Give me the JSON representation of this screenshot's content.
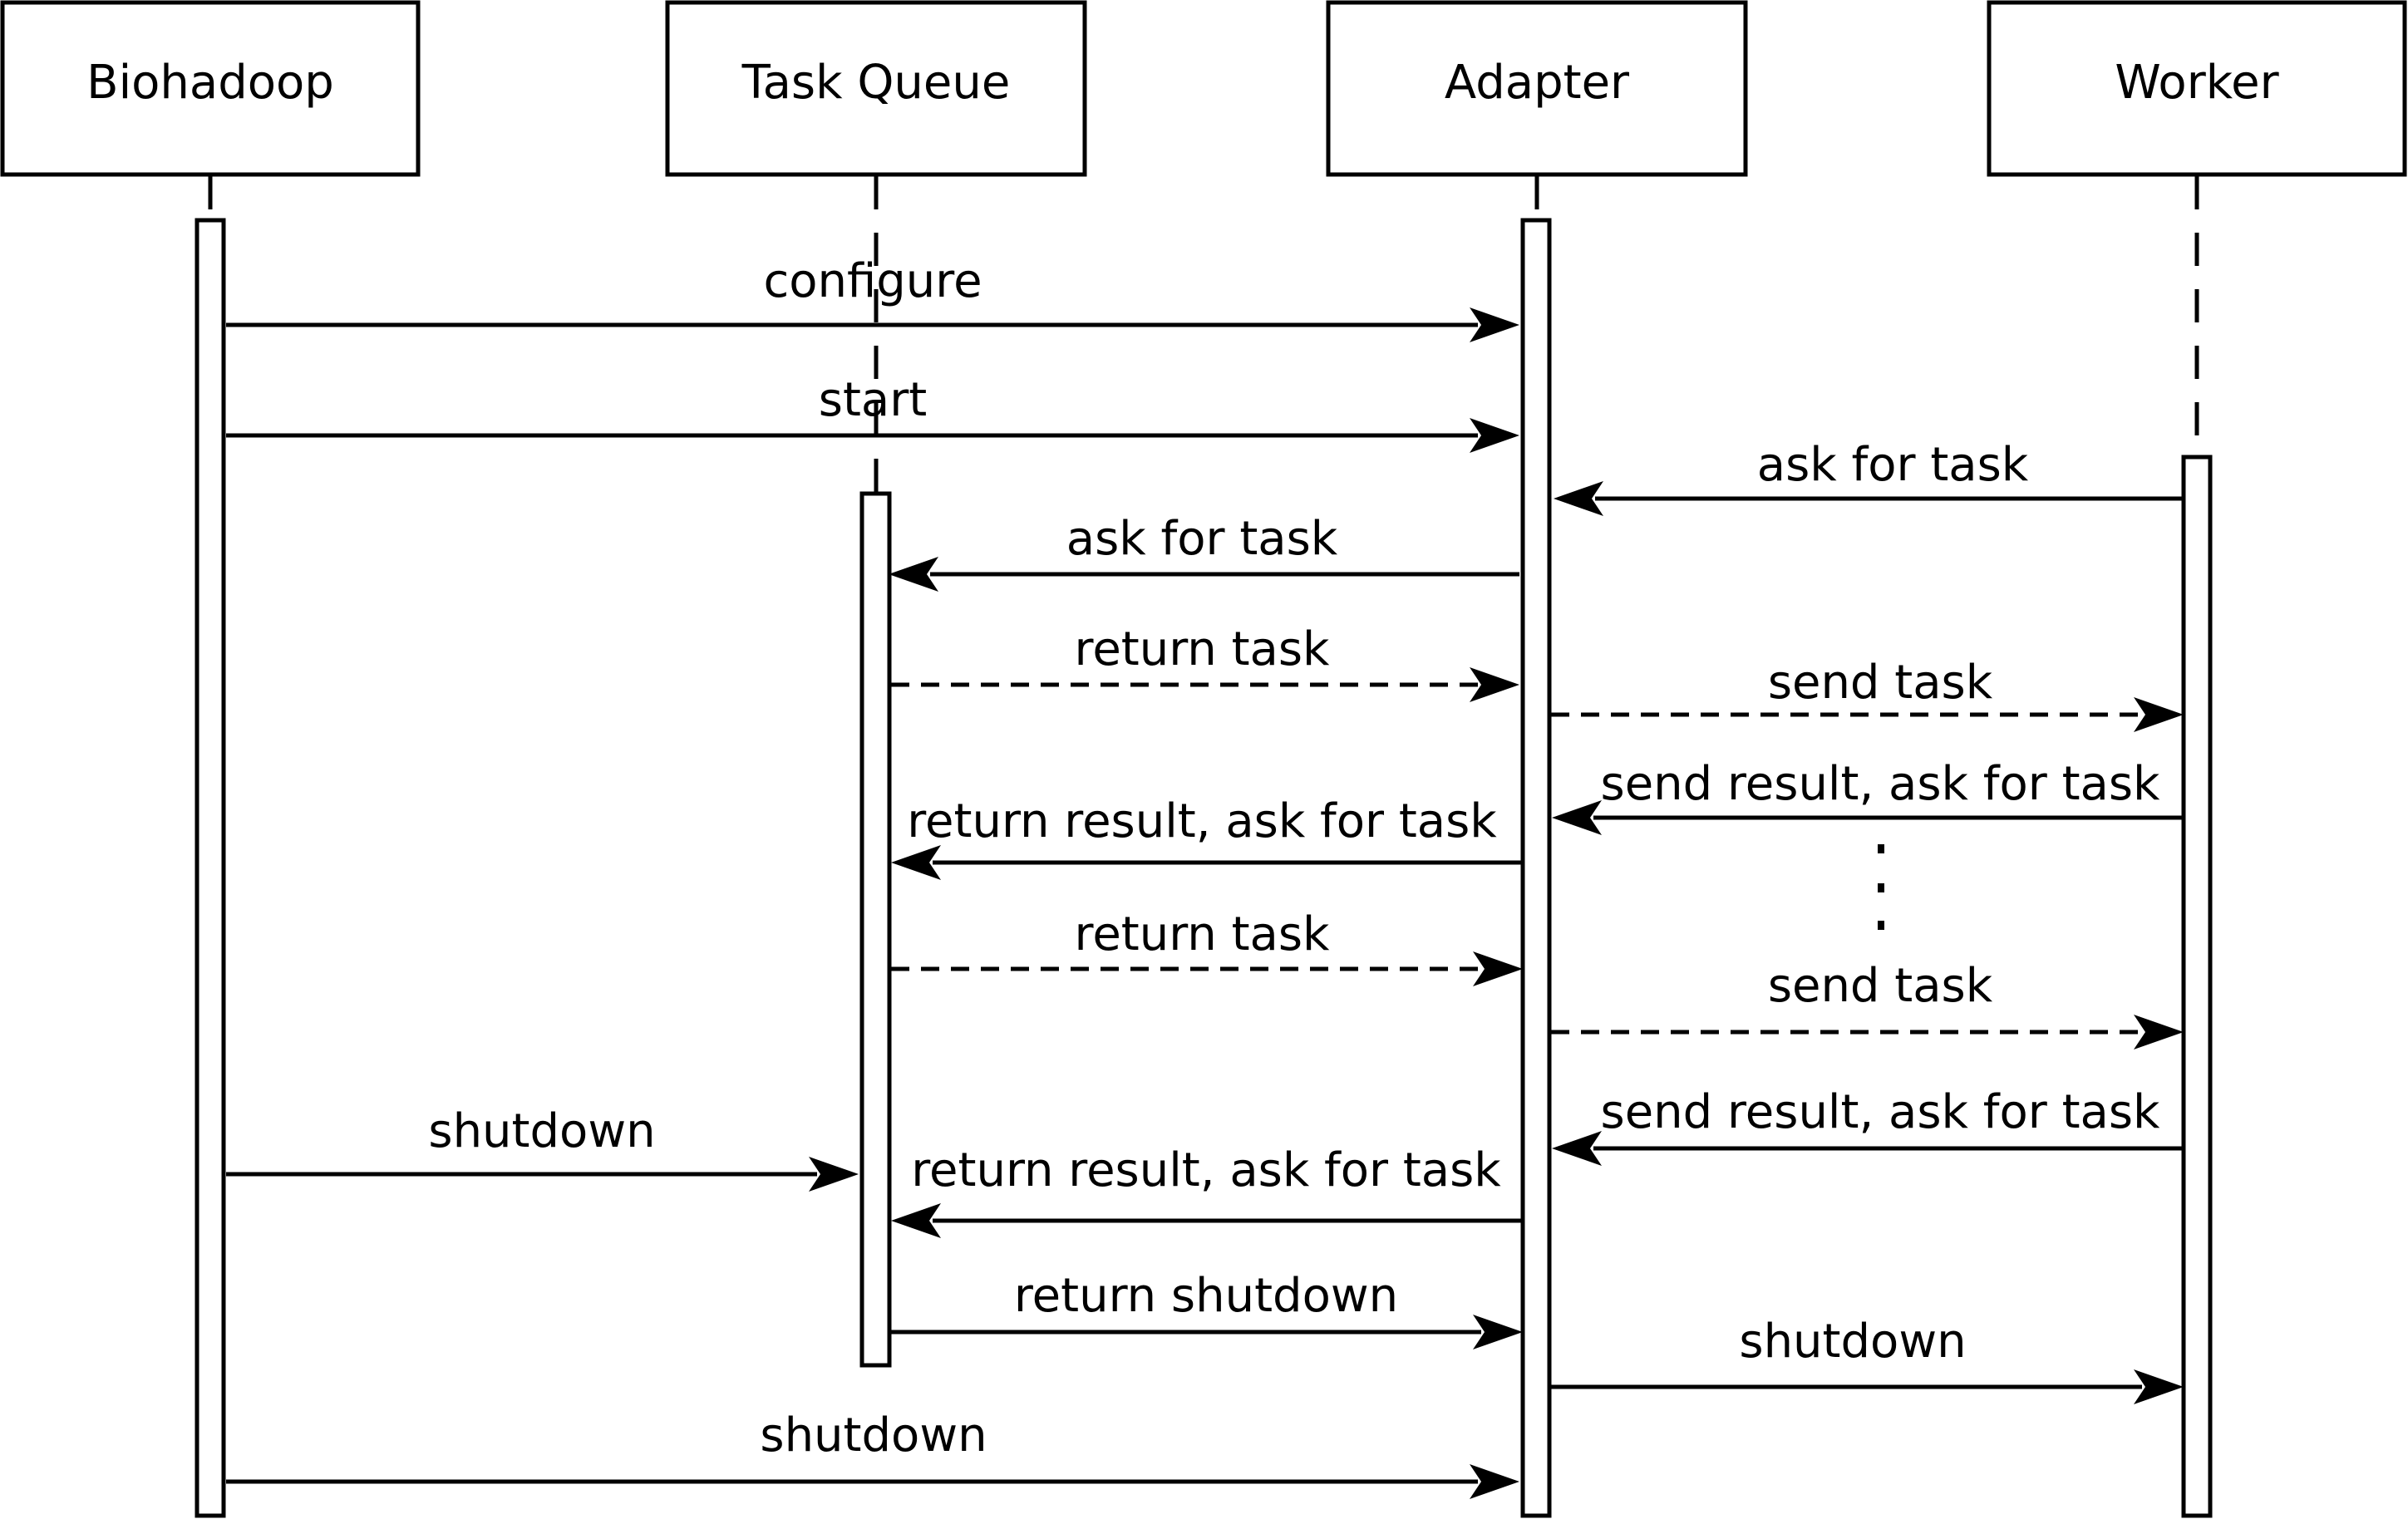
{
  "participants": [
    {
      "id": "biohadoop",
      "label": "Biohadoop"
    },
    {
      "id": "taskqueue",
      "label": "Task Queue"
    },
    {
      "id": "adapter",
      "label": "Adapter"
    },
    {
      "id": "worker",
      "label": "Worker"
    }
  ],
  "messages": [
    {
      "from": "biohadoop",
      "to": "adapter",
      "label": "configure",
      "style": "solid"
    },
    {
      "from": "biohadoop",
      "to": "adapter",
      "label": "start",
      "style": "solid"
    },
    {
      "from": "worker",
      "to": "adapter",
      "label": "ask for task",
      "style": "solid"
    },
    {
      "from": "adapter",
      "to": "taskqueue",
      "label": "ask for task",
      "style": "solid"
    },
    {
      "from": "taskqueue",
      "to": "adapter",
      "label": "return task",
      "style": "dashed"
    },
    {
      "from": "adapter",
      "to": "worker",
      "label": "send task",
      "style": "dashed"
    },
    {
      "from": "worker",
      "to": "adapter",
      "label": "send result, ask for task",
      "style": "solid"
    },
    {
      "from": "adapter",
      "to": "taskqueue",
      "label": "return result, ask for task",
      "style": "solid"
    },
    {
      "from": "taskqueue",
      "to": "adapter",
      "label": "return task",
      "style": "dashed"
    },
    {
      "from": "adapter",
      "to": "worker",
      "label": "send task",
      "style": "dashed"
    },
    {
      "from": "worker",
      "to": "adapter",
      "label": "send result, ask for task",
      "style": "solid"
    },
    {
      "from": "biohadoop",
      "to": "taskqueue",
      "label": "shutdown",
      "style": "solid"
    },
    {
      "from": "adapter",
      "to": "taskqueue",
      "label": "return result, ask for task",
      "style": "solid"
    },
    {
      "from": "taskqueue",
      "to": "adapter",
      "label": "return shutdown",
      "style": "solid"
    },
    {
      "from": "adapter",
      "to": "worker",
      "label": "shutdown",
      "style": "solid"
    },
    {
      "from": "biohadoop",
      "to": "adapter",
      "label": "shutdown",
      "style": "solid"
    }
  ],
  "continuation_marker": "vertical-ellipsis"
}
